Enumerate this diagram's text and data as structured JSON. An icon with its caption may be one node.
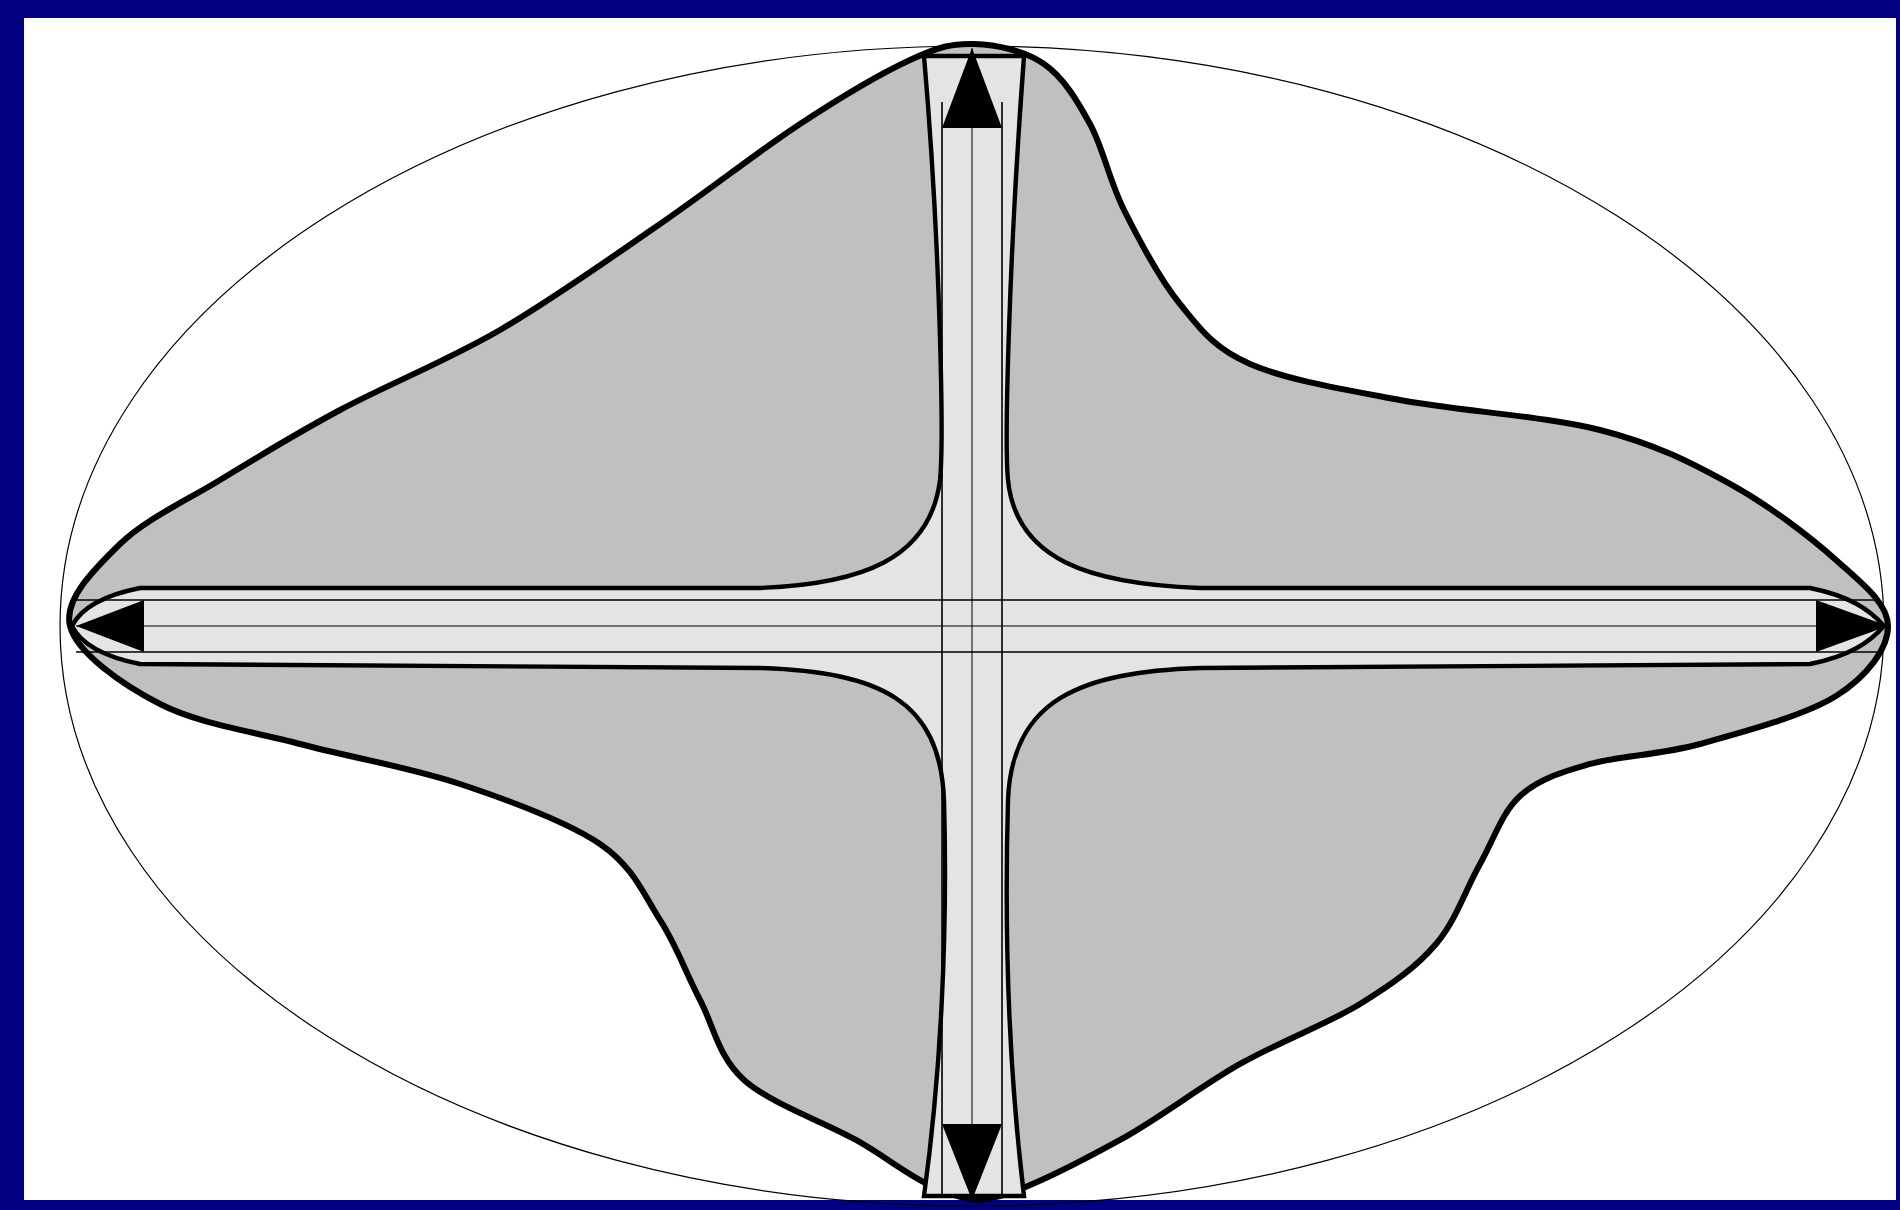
{
  "diagram": {
    "nodes": [
      {
        "text": [],
        "shape": "ellipse"
      },
      {
        "text": [],
        "shape": "blob",
        "in": 0
      },
      {
        "text": [],
        "shape": "cross",
        "in": 1
      }
    ]
  }
}
